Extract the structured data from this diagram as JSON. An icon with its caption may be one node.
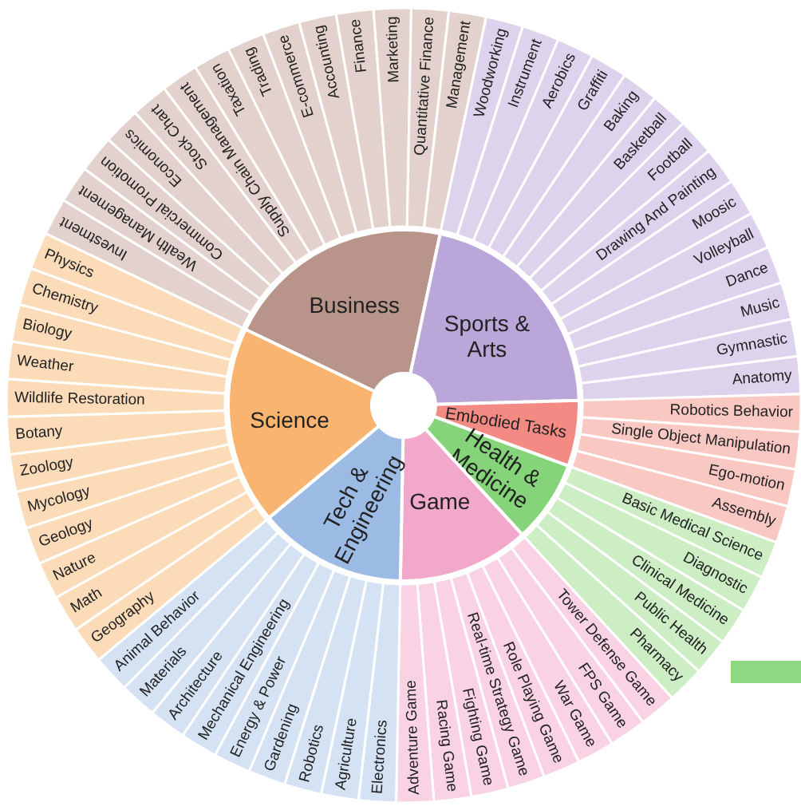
{
  "diagram": {
    "nodes": [
      {
        "text": [
          "Business"
        ]
      },
      {
        "text": [
          "Investment"
        ]
      },
      {
        "text": [
          "Wealth Management"
        ]
      },
      {
        "text": [
          "Commercial Promotion"
        ]
      },
      {
        "text": [
          "Economics"
        ]
      },
      {
        "text": [
          "Stock Chart"
        ]
      },
      {
        "text": [
          "Supply Chain Management"
        ]
      },
      {
        "text": [
          "Taxation"
        ]
      },
      {
        "text": [
          "Trading"
        ]
      },
      {
        "text": [
          "E-commerce"
        ]
      },
      {
        "text": [
          "Accounting"
        ]
      },
      {
        "text": [
          "Finance"
        ]
      },
      {
        "text": [
          "Marketing"
        ]
      },
      {
        "text": [
          "Quantitative Finance"
        ]
      },
      {
        "text": [
          "Management"
        ]
      },
      {
        "text": [
          "Sports & Arts"
        ]
      },
      {
        "text": [
          "Woodworking"
        ]
      },
      {
        "text": [
          "Instrument"
        ]
      },
      {
        "text": [
          "Aerobics"
        ]
      },
      {
        "text": [
          "Graffiti"
        ]
      },
      {
        "text": [
          "Baking"
        ]
      },
      {
        "text": [
          "Basketball"
        ]
      },
      {
        "text": [
          "Football"
        ]
      },
      {
        "text": [
          "Drawing And Painting"
        ]
      },
      {
        "text": [
          "Moosic"
        ]
      },
      {
        "text": [
          "Volleyball"
        ]
      },
      {
        "text": [
          "Dance"
        ]
      },
      {
        "text": [
          "Music"
        ]
      },
      {
        "text": [
          "Gymnastic"
        ]
      },
      {
        "text": [
          "Anatomy"
        ]
      },
      {
        "text": [
          "Embodied Tasks"
        ]
      },
      {
        "text": [
          "Robotics Behavior"
        ]
      },
      {
        "text": [
          "Single Object Manipulation"
        ]
      },
      {
        "text": [
          "Ego-motion"
        ]
      },
      {
        "text": [
          "Assembly"
        ]
      },
      {
        "text": [
          "Health & Medicine"
        ]
      },
      {
        "text": [
          "Basic Medical Science"
        ]
      },
      {
        "text": [
          "Diagnostic"
        ]
      },
      {
        "text": [
          "Clinical Medicine"
        ]
      },
      {
        "text": [
          "Public Health"
        ]
      },
      {
        "text": [
          "Pharmacy"
        ]
      },
      {
        "text": [
          "Game"
        ]
      },
      {
        "text": [
          "Tower Defense Game"
        ]
      },
      {
        "text": [
          "FPS Game"
        ]
      },
      {
        "text": [
          "War Game"
        ]
      },
      {
        "text": [
          "Role Playing Game"
        ]
      },
      {
        "text": [
          "Real-time Strategy Game"
        ]
      },
      {
        "text": [
          "Fighting Game"
        ]
      },
      {
        "text": [
          "Racing Game"
        ]
      },
      {
        "text": [
          "Adventure Game"
        ]
      },
      {
        "text": [
          "Tech & Engineering"
        ]
      },
      {
        "text": [
          "Electronics"
        ]
      },
      {
        "text": [
          "Agriculture"
        ]
      },
      {
        "text": [
          "Robotics"
        ]
      },
      {
        "text": [
          "Gardening"
        ]
      },
      {
        "text": [
          "Energy & Power"
        ]
      },
      {
        "text": [
          "Mechanical Engineering"
        ]
      },
      {
        "text": [
          "Architecture"
        ]
      },
      {
        "text": [
          "Materials"
        ]
      },
      {
        "text": [
          "Animal Behavior"
        ]
      },
      {
        "text": [
          "Science"
        ]
      },
      {
        "text": [
          "Geography"
        ]
      },
      {
        "text": [
          "Math"
        ]
      },
      {
        "text": [
          "Nature"
        ]
      },
      {
        "text": [
          "Geology"
        ]
      },
      {
        "text": [
          "Mycology"
        ]
      },
      {
        "text": [
          "Zoology"
        ]
      },
      {
        "text": [
          "Botany"
        ]
      },
      {
        "text": [
          "Wildlife Restoration"
        ]
      },
      {
        "text": [
          "Weather"
        ]
      },
      {
        "text": [
          "Biology"
        ]
      },
      {
        "text": [
          "Chemistry"
        ]
      },
      {
        "text": [
          "Physics"
        ]
      }
    ]
  }
}
